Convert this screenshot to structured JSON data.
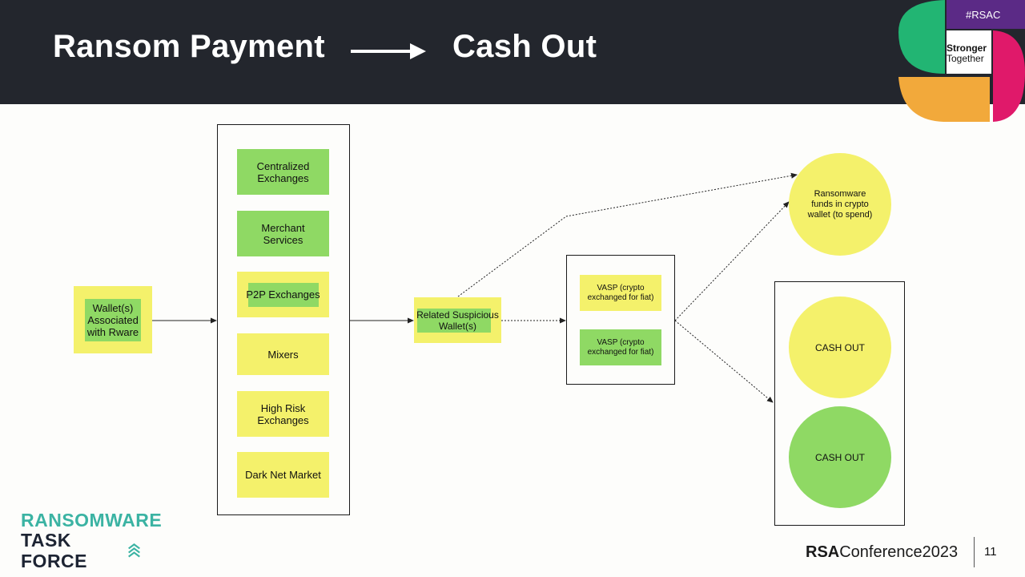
{
  "slide": {
    "title_left": "Ransom Payment",
    "title_right": "Cash Out",
    "page_number": "11"
  },
  "brand": {
    "hashtag": "#RSAC",
    "tagline_1": "Stronger",
    "tagline_2": "Together",
    "colors": {
      "green": "#22b573",
      "purple": "#5b2a86",
      "pink": "#e0196a",
      "orange": "#f2a93b"
    }
  },
  "diagram": {
    "source_wallet": "Wallet(s) Associated with Rware",
    "services": [
      "Centralized Exchanges",
      "Merchant Services",
      "P2P Exchanges",
      "Mixers",
      "High Risk Exchanges",
      "Dark Net Market"
    ],
    "related_wallet": "Related Suspicious Wallet(s)",
    "vasp_1": "VASP (crypto exchanged for fiat)",
    "vasp_2": "VASP (crypto exchanged for fiat)",
    "ransomware_funds": "Ransomware funds in crypto wallet (to spend)",
    "cash_out_1": "CASH OUT",
    "cash_out_2": "CASH OUT",
    "colors": {
      "yellow": "#f4f16b",
      "green": "#8fd964"
    }
  },
  "footer": {
    "rtf_line1": "RANSOMWARE",
    "rtf_line2": "TASK FORCE",
    "conference_bold": "RSA",
    "conference_rest": "Conference",
    "conference_year": "2023"
  }
}
